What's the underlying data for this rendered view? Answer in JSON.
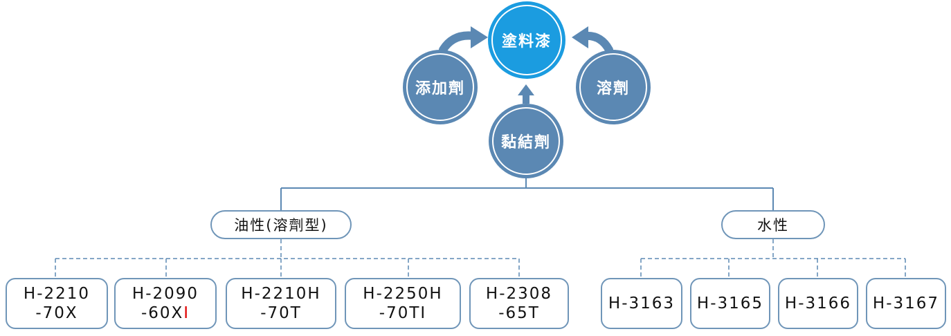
{
  "center": {
    "label": "塗料漆",
    "color": "#1b9ce0"
  },
  "inputs": [
    {
      "id": "additive",
      "label": "添加劑"
    },
    {
      "id": "solvent",
      "label": "溶劑"
    },
    {
      "id": "binder",
      "label": "黏結劑"
    }
  ],
  "categories": [
    {
      "label": "油性(溶劑型)",
      "products": [
        {
          "line1": "H-2210",
          "line2": "-70X"
        },
        {
          "line1": "H-2090",
          "line2a": "-60X",
          "line2b": "I"
        },
        {
          "line1": "H-2210H",
          "line2": "-70T"
        },
        {
          "line1": "H-2250H",
          "line2": "-70TI"
        },
        {
          "line1": "H-2308",
          "line2": "-65T"
        }
      ]
    },
    {
      "label": "水性",
      "products": [
        {
          "line1": "H-3163"
        },
        {
          "line1": "H-3165"
        },
        {
          "line1": "H-3166"
        },
        {
          "line1": "H-3167"
        }
      ]
    }
  ],
  "colors": {
    "node": "#5b88b3",
    "line": "#5b88b3",
    "border": "#6f95b8",
    "highlight": "#e00000"
  }
}
